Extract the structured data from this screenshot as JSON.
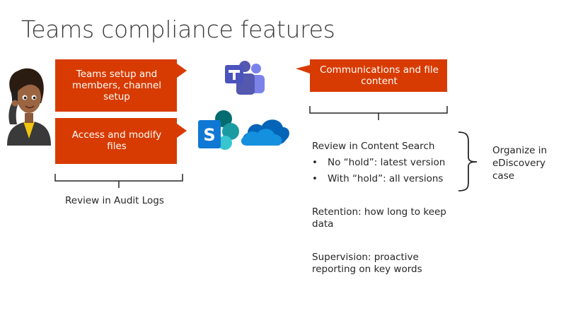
{
  "slide": {
    "title": "Teams compliance features"
  },
  "callouts": [
    {
      "id": "teams-setup",
      "text": "Teams setup and members, channel setup"
    },
    {
      "id": "access-files",
      "text": "Access and modify files"
    },
    {
      "id": "communications",
      "text": "Communications and file content"
    }
  ],
  "audit": {
    "label": "Review in Audit Logs"
  },
  "content_search": {
    "heading": "Review in Content Search",
    "bullets": [
      "No “hold”: latest version",
      "With “hold”: all versions"
    ],
    "organize": "Organize in eDiscovery case"
  },
  "retention": {
    "text": "Retention: how long to keep data"
  },
  "supervision": {
    "text": "Supervision: proactive reporting on key words"
  },
  "colors": {
    "callout": "#d83b01",
    "teams": "#5558af",
    "sharepoint": "#0f78d4",
    "onedrive": "#0364b8"
  },
  "icons": [
    "person-on-phone-icon",
    "teams-icon",
    "sharepoint-icon",
    "onedrive-icon"
  ]
}
